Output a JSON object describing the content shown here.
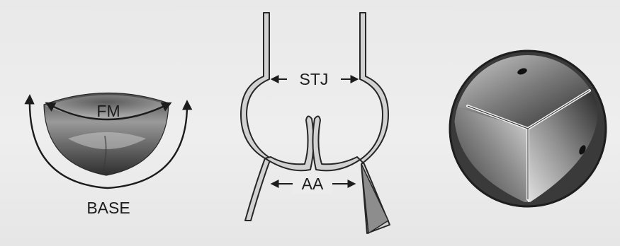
{
  "panels": {
    "leaflet": {
      "label_top": "FM",
      "label_bottom": "BASE"
    },
    "root": {
      "label_top": "STJ",
      "label_bottom": "AA"
    },
    "valve": {}
  },
  "colors": {
    "background": "#ececec",
    "ink": "#1c1c1c",
    "wall_fill": "#d2d2d2",
    "valve_dark": "#3a3a3a"
  }
}
